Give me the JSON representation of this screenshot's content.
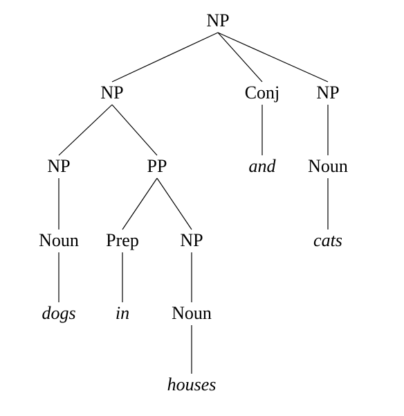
{
  "tree": {
    "nodes": [
      {
        "id": "root",
        "label": "NP",
        "kind": "category"
      },
      {
        "id": "np-left",
        "label": "NP",
        "kind": "category"
      },
      {
        "id": "conj",
        "label": "Conj",
        "kind": "category"
      },
      {
        "id": "np-right",
        "label": "NP",
        "kind": "category"
      },
      {
        "id": "np-dogs",
        "label": "NP",
        "kind": "category"
      },
      {
        "id": "pp",
        "label": "PP",
        "kind": "category"
      },
      {
        "id": "and",
        "label": "and",
        "kind": "word"
      },
      {
        "id": "noun-cats",
        "label": "Noun",
        "kind": "category"
      },
      {
        "id": "noun-dogs",
        "label": "Noun",
        "kind": "category"
      },
      {
        "id": "prep",
        "label": "Prep",
        "kind": "category"
      },
      {
        "id": "np-houses",
        "label": "NP",
        "kind": "category"
      },
      {
        "id": "cats",
        "label": "cats",
        "kind": "word"
      },
      {
        "id": "dogs",
        "label": "dogs",
        "kind": "word"
      },
      {
        "id": "in",
        "label": "in",
        "kind": "word"
      },
      {
        "id": "noun-houses",
        "label": "Noun",
        "kind": "category"
      },
      {
        "id": "houses",
        "label": "houses",
        "kind": "word"
      }
    ],
    "edges": [
      [
        "root",
        "np-left"
      ],
      [
        "root",
        "conj"
      ],
      [
        "root",
        "np-right"
      ],
      [
        "np-left",
        "np-dogs"
      ],
      [
        "np-left",
        "pp"
      ],
      [
        "conj",
        "and"
      ],
      [
        "np-right",
        "noun-cats"
      ],
      [
        "noun-cats",
        "cats"
      ],
      [
        "np-dogs",
        "noun-dogs"
      ],
      [
        "noun-dogs",
        "dogs"
      ],
      [
        "pp",
        "prep"
      ],
      [
        "pp",
        "np-houses"
      ],
      [
        "prep",
        "in"
      ],
      [
        "np-houses",
        "noun-houses"
      ],
      [
        "noun-houses",
        "houses"
      ]
    ]
  }
}
